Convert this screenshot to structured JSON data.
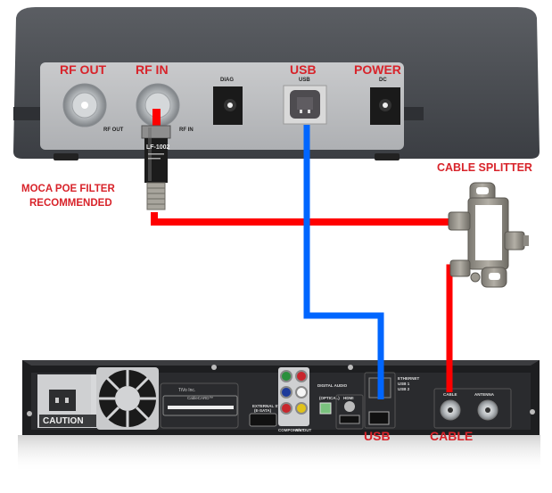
{
  "modem": {
    "labels": {
      "rf_out": "RF OUT",
      "rf_in": "RF IN",
      "usb": "USB",
      "power": "POWER"
    },
    "port_prints": {
      "rf_out": "RF OUT",
      "rf_in": "RF IN",
      "diag": "DIAG",
      "usb": "USB",
      "dc": "DC"
    }
  },
  "filter": {
    "label_line1": "MOCA POE FILTER",
    "label_line2": "RECOMMENDED",
    "part_number": "LF-1002"
  },
  "splitter": {
    "label": "CABLE SPLITTER"
  },
  "dvr": {
    "labels": {
      "usb": "USB",
      "cable": "CABLE"
    },
    "prints": {
      "caution": "CAUTION",
      "brand": "TiVo Inc.",
      "cablecard": "CableCARD™",
      "external_storage": "EXTERNAL STORAGE",
      "esata": "(E-SATA)",
      "component": "COMPONENT",
      "av_out": "A/V OUT",
      "digital_audio": "DIGITAL AUDIO",
      "optical": "(OPTICAL)",
      "hdmi": "HDMI",
      "ethernet": "ETHERNET",
      "usb1": "USB 1",
      "usb2": "USB 2",
      "cable_port": "CABLE",
      "antenna": "ANTENNA"
    }
  },
  "wires": {
    "coax_color": "#ff0000",
    "usb_color": "#0066ff"
  },
  "colors": {
    "label_red": "#d8232a"
  }
}
